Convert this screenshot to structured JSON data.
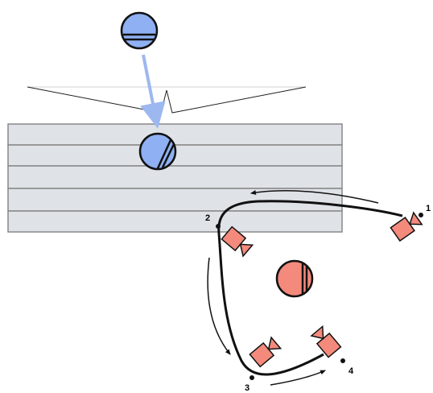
{
  "diagram": {
    "waypoint_labels": [
      "1",
      "2",
      "3",
      "4"
    ],
    "colors": {
      "blue_ball": "#8fb0f2",
      "blue_arrow": "#9db8f0",
      "red_ball": "#f48a7c",
      "camera": "#f48a7c",
      "stack_fill": "#dfe3e8",
      "stack_stroke": "#888888",
      "path": "#111111"
    },
    "icons": {
      "blue_ball": "striped-ball-icon",
      "red_ball": "striped-ball-icon",
      "camera": "camera-icon"
    }
  }
}
